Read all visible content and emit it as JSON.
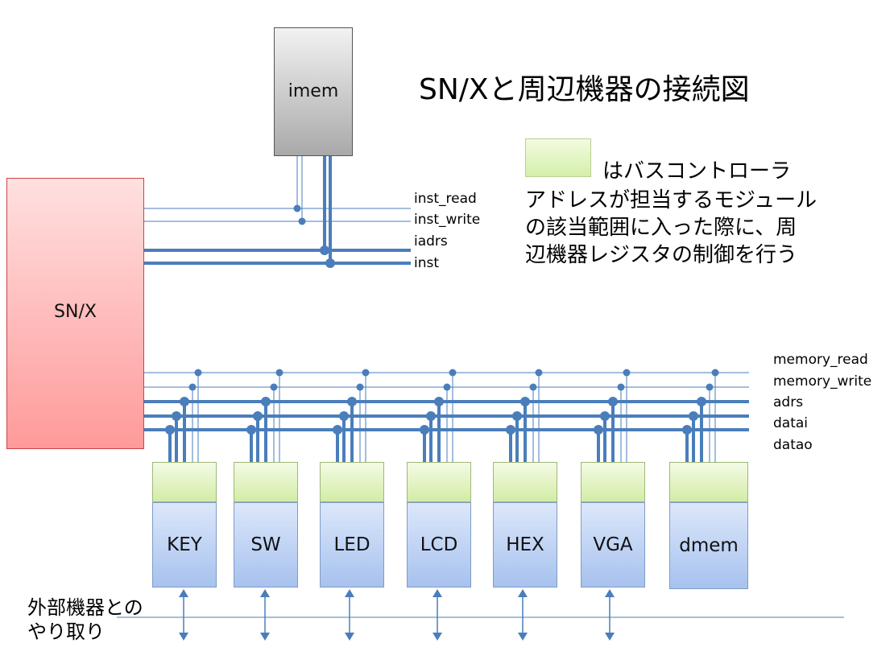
{
  "title": "SN/Xと周辺機器の接続図",
  "imem_label": "imem",
  "snx_label": "SN/X",
  "legend": {
    "line1": "はバスコントローラ",
    "line2": "アドレスが担当するモジュール",
    "line3": "の該当範囲に入った際に、周",
    "line4": "辺機器レジスタの制御を行う"
  },
  "inst_signals": [
    "inst_read",
    "inst_write",
    "iadrs",
    "inst"
  ],
  "mem_signals": [
    "memory_read",
    "memory_write",
    "adrs",
    "datai",
    "datao"
  ],
  "modules": [
    "KEY",
    "SW",
    "LED",
    "LCD",
    "HEX",
    "VGA",
    "dmem"
  ],
  "external": {
    "line1": "外部機器との",
    "line2": "やり取り"
  },
  "colors": {
    "bus": "#4a7ebb",
    "controller": "#d5efa9",
    "module": "#a7c2ee",
    "cpu": "#ff9a9a",
    "imem": "#a9a9a9"
  }
}
